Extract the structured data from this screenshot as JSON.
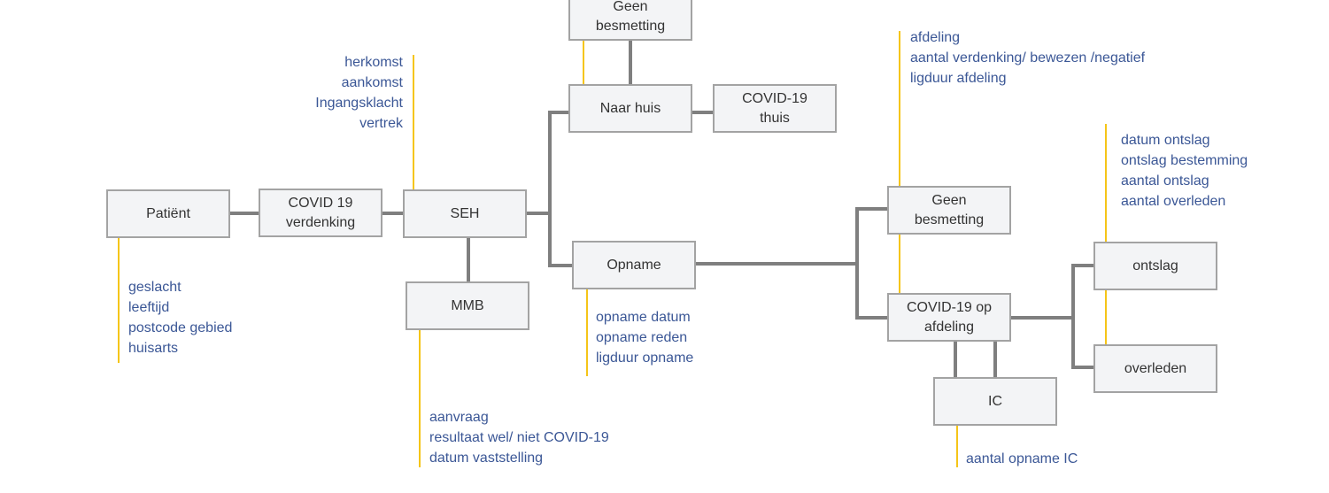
{
  "boxes": {
    "patient": "Patiënt",
    "covid_verdenking": "COVID 19\nverdenking",
    "seh": "SEH",
    "mmb": "MMB",
    "geen_besmetting_top": "Geen\nbesmetting",
    "naar_huis": "Naar huis",
    "covid_thuis": "COVID-19\nthuis",
    "opname": "Opname",
    "geen_besmetting": "Geen\nbesmetting",
    "covid_afdeling": "COVID-19 op\nafdeling",
    "ic": "IC",
    "ontslag": "ontslag",
    "overleden": "overleden"
  },
  "notes": {
    "patient": [
      "geslacht",
      "leeftijd",
      "postcode gebied",
      "huisarts"
    ],
    "seh": [
      "herkomst",
      "aankomst",
      "Ingangsklacht",
      "vertrek"
    ],
    "mmb": [
      "aanvraag",
      "resultaat wel/ niet COVID-19",
      "datum vaststelling"
    ],
    "opname": [
      "opname datum",
      "opname reden",
      "ligduur opname"
    ],
    "afdeling": [
      "afdeling",
      "aantal verdenking/ bewezen /negatief",
      "ligduur afdeling"
    ],
    "ontslag": [
      "datum ontslag",
      "ontslag bestemming",
      "aantal ontslag",
      "aantal overleden"
    ],
    "ic": [
      "aantal opname IC"
    ]
  },
  "colors": {
    "connector": "#7f7f7f",
    "annotation_line": "#f5c518",
    "annotation_text": "#3b5796",
    "box_fill": "#f3f4f6"
  }
}
